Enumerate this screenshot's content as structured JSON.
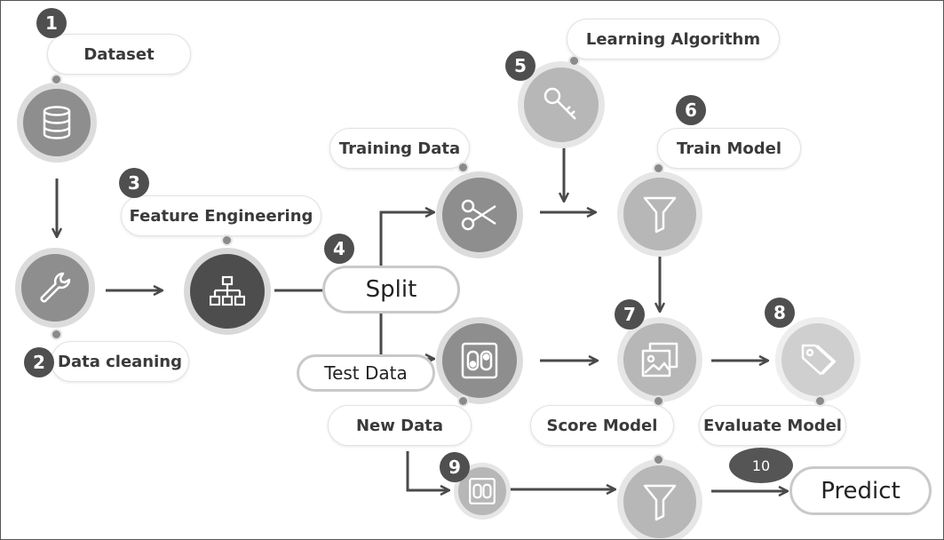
{
  "diagram": {
    "steps": [
      {
        "id": "dataset",
        "number": "1",
        "label": "Dataset",
        "icon": "database-icon"
      },
      {
        "id": "data-cleaning",
        "number": "2",
        "label": "Data cleaning",
        "icon": "wrench-icon"
      },
      {
        "id": "feature-engineering",
        "number": "3",
        "label": "Feature Engineering",
        "icon": "hierarchy-icon"
      },
      {
        "id": "split",
        "number": "4",
        "label": "Split"
      },
      {
        "id": "learning-algorithm",
        "number": "5",
        "label": "Learning Algorithm",
        "icon": "key-icon"
      },
      {
        "id": "train-model",
        "number": "6",
        "label": "Train Model",
        "icon": "funnel-icon"
      },
      {
        "id": "score-model",
        "number": "7",
        "label": "Score Model",
        "icon": "images-icon"
      },
      {
        "id": "evaluate-model",
        "number": "8",
        "label": "Evaluate Model",
        "icon": "tag-icon"
      },
      {
        "id": "new-data-step",
        "number": "9",
        "icon": "toggle-switch-icon"
      },
      {
        "id": "predict",
        "number": "10",
        "label": "Predict",
        "icon": "funnel-icon"
      }
    ],
    "data_nodes": [
      {
        "id": "training-data",
        "label": "Training Data",
        "icon": "scissors-icon"
      },
      {
        "id": "test-data",
        "label": "Test Data",
        "icon": "toggle-switch-icon"
      },
      {
        "id": "new-data",
        "label": "New Data"
      }
    ],
    "colors": {
      "dark_node": "#4d4d4d",
      "mid_node": "#8e8e8e",
      "light_node": "#b7b7b7",
      "badge": "#4f4f4f",
      "arrow": "#4a4a4a"
    }
  }
}
